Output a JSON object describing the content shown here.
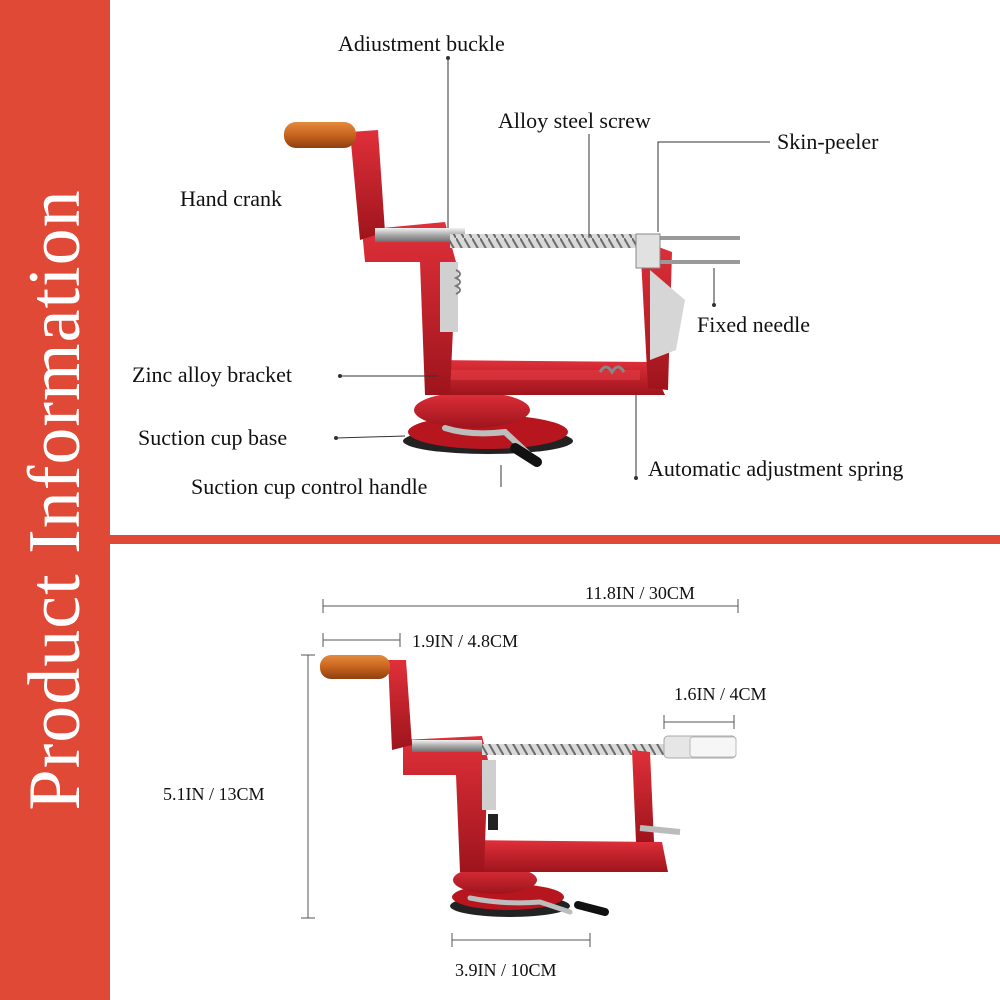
{
  "sidebar": {
    "title": "Product Information"
  },
  "parts": {
    "adjustment_buckle": "Adiustment buckle",
    "alloy_steel_screw": "Alloy steel screw",
    "skin_peeler": "Skin-peeler",
    "hand_crank": "Hand crank",
    "fixed_needle": "Fixed needle",
    "zinc_alloy_bracket": "Zinc alloy bracket",
    "suction_cup_base": "Suction cup base",
    "suction_cup_control_handle": "Suction cup control handle",
    "automatic_adjustment_spring": "Automatic adjustment spring"
  },
  "dimensions": {
    "overall_length": "11.8IN / 30CM",
    "handle_length": "1.9IN / 4.8CM",
    "needle_length": "1.6IN / 4CM",
    "height": "5.1IN / 13CM",
    "base_diameter": "3.9IN / 10CM"
  },
  "colors": {
    "accent": "#df4936",
    "body_red": "#c8202a",
    "wood": "#c8641e"
  }
}
